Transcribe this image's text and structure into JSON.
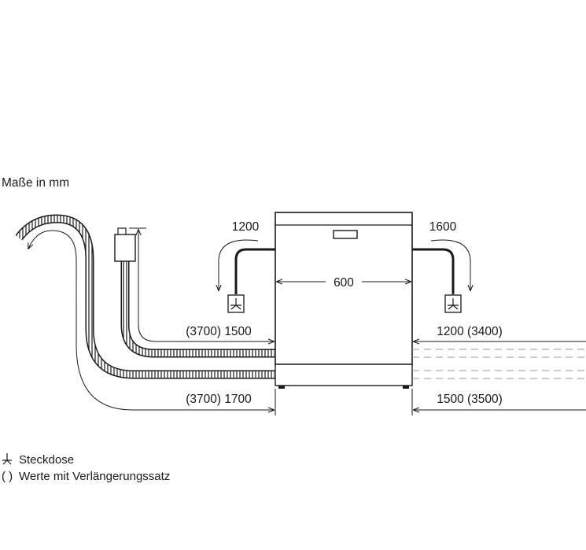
{
  "title": "Maße in mm",
  "dimensions": {
    "width": "600",
    "left_top": "1200",
    "right_top": "1600",
    "left_upper_hose": "(3700) 1500",
    "right_upper_hose": "1200 (3400)",
    "left_lower_hose": "(3700) 1700",
    "right_lower_hose": "1500 (3500)"
  },
  "legend": {
    "socket_symbol": "⊥",
    "socket_label": "Steckdose",
    "extension_symbol": "( )",
    "extension_label": "Werte mit Verlängerungssatz"
  },
  "colors": {
    "line": "#1a1a1a",
    "dim_line": "#555555",
    "dash_line": "#9a9a9a"
  },
  "icons": [
    "socket-icon",
    "drain-hose",
    "inlet-hose",
    "aquastop-valve",
    "dishwasher-body",
    "control-panel"
  ]
}
